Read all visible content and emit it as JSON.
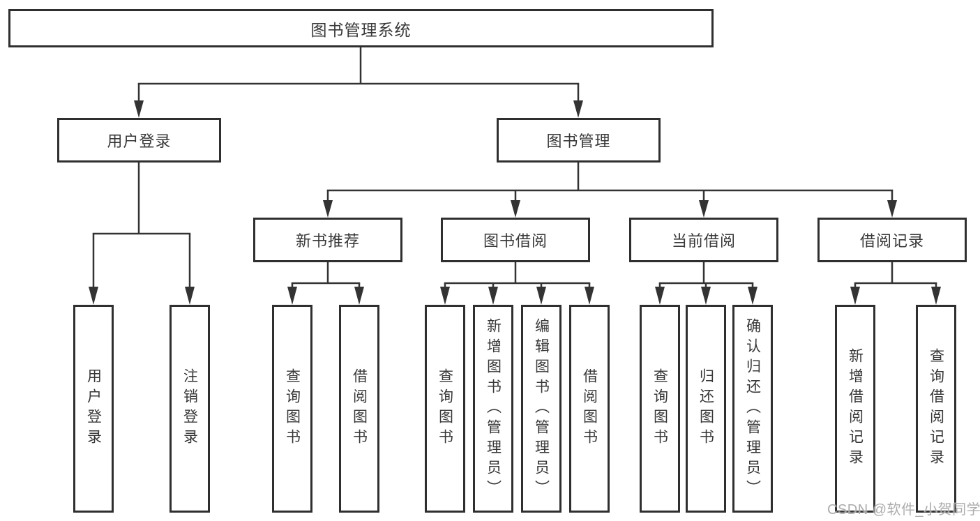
{
  "diagram": {
    "root": {
      "label": "图书管理系统"
    },
    "branches": [
      {
        "label": "用户登录",
        "children": [
          {
            "label": "用户登录"
          },
          {
            "label": "注销登录"
          }
        ]
      },
      {
        "label": "图书管理",
        "children": [
          {
            "label": "新书推荐",
            "children": [
              {
                "label": "查询图书"
              },
              {
                "label": "借阅图书"
              }
            ]
          },
          {
            "label": "图书借阅",
            "children": [
              {
                "label": "查询图书"
              },
              {
                "label": "新增图书（管理员）"
              },
              {
                "label": "编辑图书（管理员）"
              },
              {
                "label": "借阅图书"
              }
            ]
          },
          {
            "label": "当前借阅",
            "children": [
              {
                "label": "查询图书"
              },
              {
                "label": "归还图书"
              },
              {
                "label": "确认归还（管理员）"
              }
            ]
          },
          {
            "label": "借阅记录",
            "children": [
              {
                "label": "新增借阅记录"
              },
              {
                "label": "查询借阅记录"
              }
            ]
          }
        ]
      }
    ],
    "watermark": "CSDN @软件_小贺同学",
    "line_color": "#333333"
  }
}
